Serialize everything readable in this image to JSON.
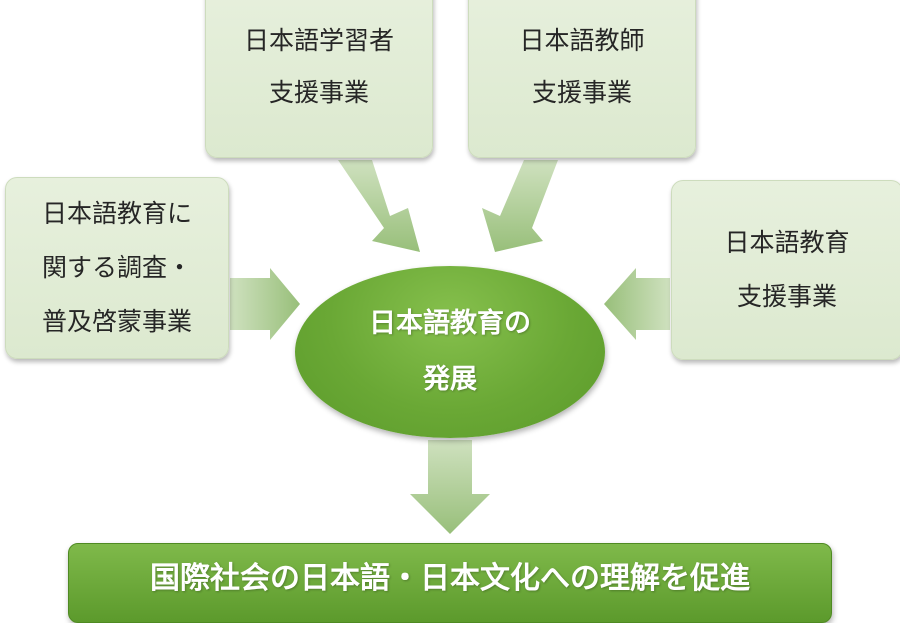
{
  "boxes": {
    "learner_support": [
      "日本語学習者",
      "支援事業"
    ],
    "teacher_support": [
      "日本語教師",
      "支援事業"
    ],
    "survey_promotion": [
      "日本語教育に",
      "関する調査・",
      "普及啓蒙事業"
    ],
    "education_support": [
      "日本語教育",
      "支援事業"
    ]
  },
  "hub": [
    "日本語教育の",
    "発展"
  ],
  "result": "国際社会の日本語・日本文化への理解を促進",
  "colors": {
    "box_fill": "#e2edd6",
    "arrow_fill": "#a6c98a",
    "hub_fill": "#6aa835",
    "banner_fill": "#6aa835",
    "box_text": "#262626",
    "hub_text": "#ffffff"
  }
}
